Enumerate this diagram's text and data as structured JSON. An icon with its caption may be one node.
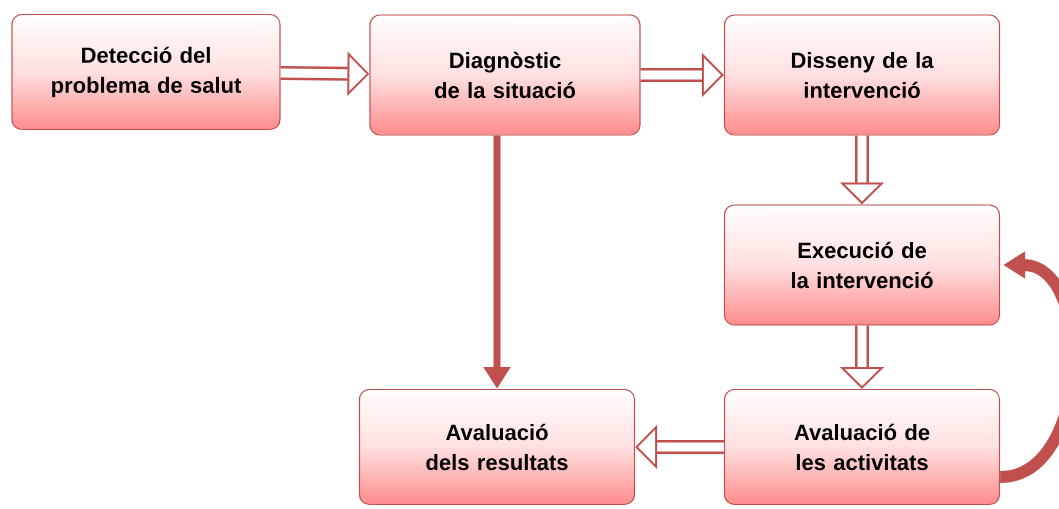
{
  "diagram": {
    "nodes": [
      {
        "text": [
          "Detecció del problema de salut"
        ]
      },
      {
        "text": [
          "Diagnòstic de la situació"
        ]
      },
      {
        "text": [
          "Disseny de la intervenció"
        ]
      },
      {
        "text": [
          "Execució de la intervenció"
        ]
      },
      {
        "text": [
          "Avaluació dels resultats"
        ]
      },
      {
        "text": [
          "Avaluació de les activitats"
        ]
      }
    ],
    "edges": [
      {
        "from": 0,
        "to": 1,
        "arrow": "to"
      },
      {
        "from": 1,
        "to": 2,
        "arrow": "to"
      },
      {
        "from": 2,
        "to": 3,
        "arrow": "to"
      },
      {
        "from": 1,
        "to": 4,
        "arrow": "to"
      },
      {
        "from": 3,
        "to": 5,
        "arrow": "to"
      },
      {
        "from": 5,
        "to": 4,
        "arrow": "to"
      },
      {
        "from": 5,
        "to": 3,
        "arrow": "to"
      }
    ]
  }
}
